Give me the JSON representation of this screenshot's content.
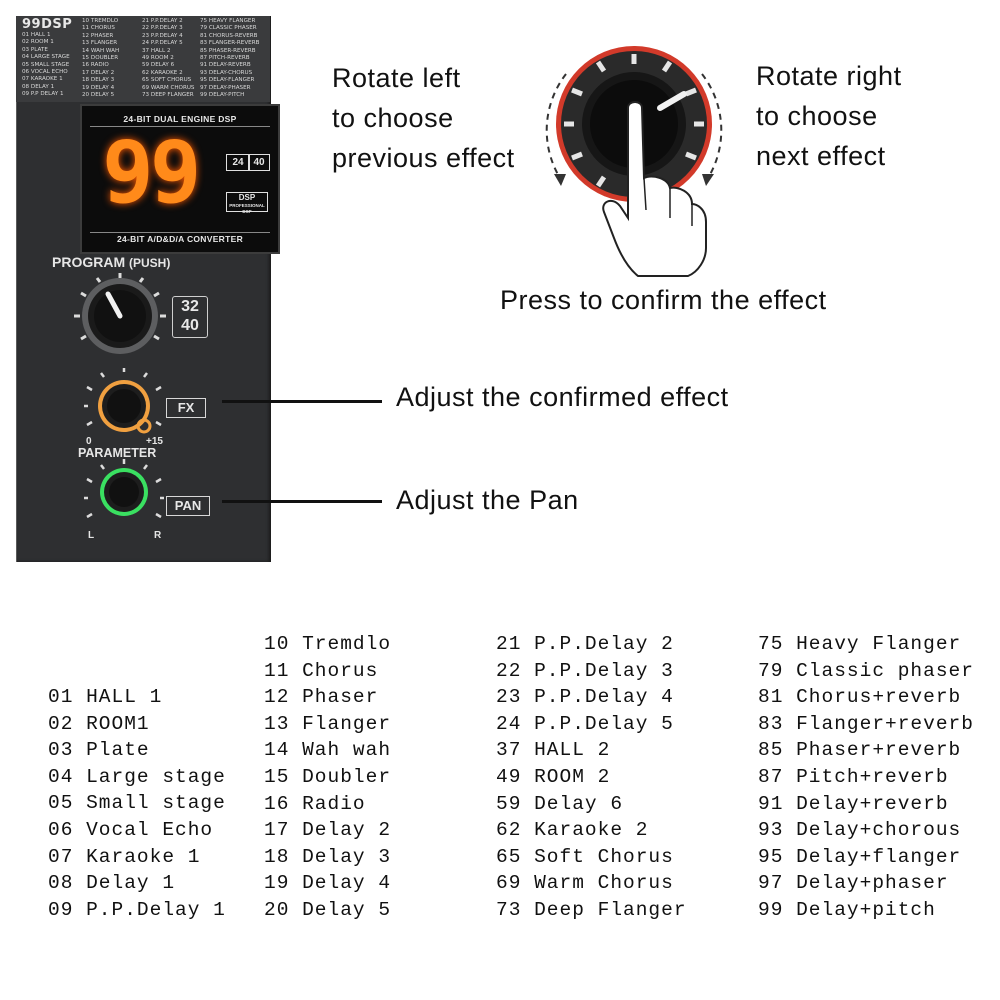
{
  "mixer_panel": {
    "effect_list_title": "99DSP",
    "effect_list_columns": [
      [
        "01 HALL 1",
        "02 ROOM 1",
        "03 PLATE",
        "04 LARGE STAGE",
        "05 SMALL STAGE",
        "06 VOCAL ECHO",
        "07 KARAOKE 1",
        "08 DELAY 1",
        "09 P.P DELAY 1"
      ],
      [
        "10 TREMDLO",
        "11 CHORUS",
        "12 PHASER",
        "13 FLANGER",
        "14 WAH WAH",
        "15 DOUBLER",
        "16 RADIO",
        "17 DELAY 2",
        "18 DELAY 3",
        "19 DELAY 4",
        "20 DELAY 5"
      ],
      [
        "21 P.P.DELAY 2",
        "22 P.P.DELAY 3",
        "23 P.P.DELAY 4",
        "24 P.P.DELAY 5",
        "37 HALL 2",
        "49 ROOM 2",
        "59 DELAY 6",
        "62 KARAOKE 2",
        "65 SOFT CHORUS",
        "69 WARM CHORUS",
        "73 DEEP FLANGER"
      ],
      [
        "75 HEAVY FLANGER",
        "79 CLASSIC PHASER",
        "81 CHORUS-REVERB",
        "83 FLANGER-REVERB",
        "85 PHASER-REVERB",
        "87 PITCH-REVERB",
        "91 DELAY-REVERB",
        "93 DELAY-CHORUS",
        "95 DELAY-FLANGER",
        "97 DELAY-PHASER",
        "99 DELAY-PITCH"
      ]
    ],
    "display_top_label": "24-BIT DUAL ENGINE DSP",
    "display_value": "99",
    "display_badge_bits": "24",
    "display_badge_bits2": "40",
    "display_dsp_label": "DSP",
    "display_dsp_sub": "PROFESSIONAL DSP",
    "display_bottom_label": "24-BIT A/D&D/A CONVERTER",
    "program_label": "PROGRAM",
    "program_push": "(PUSH)",
    "program_badge_top": "32",
    "program_badge_bottom": "40",
    "fx_label": "FX",
    "fx_scale_min": "0",
    "fx_scale_max": "+15",
    "parameter_label": "PARAMETER",
    "pan_label": "PAN",
    "pan_left": "L",
    "pan_right": "R"
  },
  "annotations": {
    "rotate_left": [
      "Rotate left",
      "to choose",
      "previous effect"
    ],
    "rotate_right": [
      "Rotate right",
      "to choose",
      "next effect"
    ],
    "press_confirm": "Press to confirm the effect",
    "adjust_effect": "Adjust the confirmed effect",
    "adjust_pan": "Adjust the Pan"
  },
  "effects_table": {
    "columns": [
      [
        "01 HALL 1",
        "02 ROOM1",
        "03 Plate",
        "04 Large stage",
        "05 Small stage",
        "06 Vocal Echo",
        "07 Karaoke 1",
        "08 Delay 1",
        "09 P.P.Delay 1"
      ],
      [
        "10 Tremdlo",
        "11 Chorus",
        "12 Phaser",
        "13 Flanger",
        "14 Wah wah",
        "15 Doubler",
        "16 Radio",
        "17 Delay 2",
        "18 Delay 3",
        "19 Delay 4",
        "20 Delay 5"
      ],
      [
        "21 P.P.Delay 2",
        "22 P.P.Delay 3",
        "23 P.P.Delay 4",
        "24 P.P.Delay 5",
        "37 HALL 2",
        "49 ROOM 2",
        "59 Delay 6",
        "62 Karaoke 2",
        "65 Soft Chorus",
        "69 Warm Chorus",
        "73 Deep Flanger"
      ],
      [
        "75 Heavy Flanger",
        "79 Classic phaser",
        "81 Chorus+reverb",
        "83 Flanger+reverb",
        "85 Phaser+reverb",
        "87 Pitch+reverb",
        "91 Delay+reverb",
        "93 Delay+chorous",
        "95 Delay+flanger",
        "97 Delay+phaser",
        "99 Delay+pitch"
      ]
    ]
  },
  "colors": {
    "panel": "#2e2f31",
    "led_digits": "#ff8a1a",
    "fx_knob_ring": "#f0a040",
    "pan_knob_ring": "#3cff6a",
    "rotation_ring": "#d23a2a",
    "text": "#111111"
  },
  "icons": [
    "program-knob-icon",
    "fx-knob-icon",
    "pan-knob-icon",
    "rotary-knob-icon",
    "pointing-hand-icon",
    "rotate-left-arrow-icon",
    "rotate-right-arrow-icon"
  ]
}
